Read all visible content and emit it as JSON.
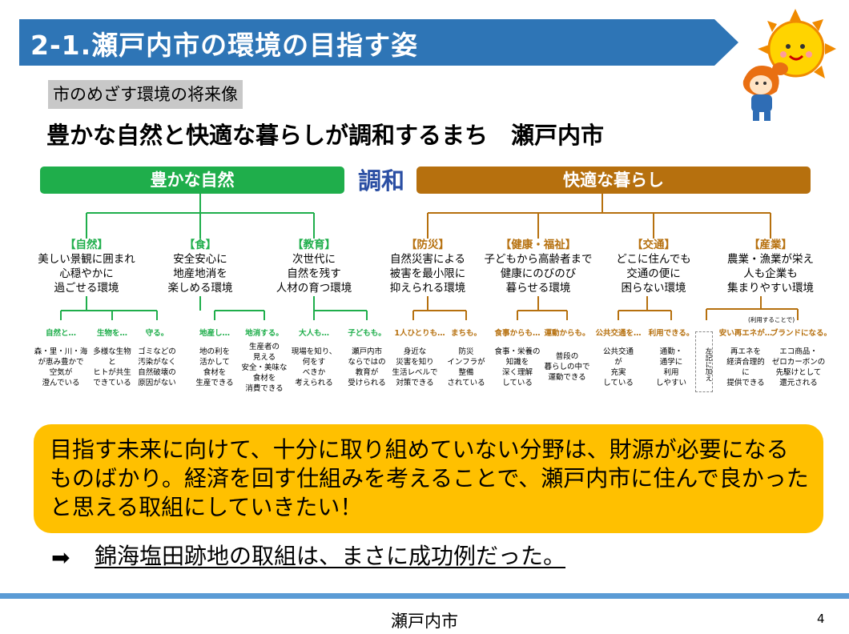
{
  "title": "2-1.瀬戸内市の環境の目指す姿",
  "subtitle": "市のめざす環境の将来像",
  "vision": "豊かな自然と快適な暮らしが調和するまち　瀬戸内市",
  "bars": {
    "nature": "豊かな自然",
    "harmony": "調和",
    "comfort": "快適な暮らし"
  },
  "categories": [
    {
      "heading": "【自然】",
      "lines": [
        "美しい景観に囲まれ",
        "心穏やかに",
        "過ごせる環境"
      ]
    },
    {
      "heading": "【食】",
      "lines": [
        "安全安心に",
        "地産地消を",
        "楽しめる環境"
      ]
    },
    {
      "heading": "【教育】",
      "lines": [
        "次世代に",
        "自然を残す",
        "人材の育つ環境"
      ]
    },
    {
      "heading": "【防災】",
      "lines": [
        "自然災害による",
        "被害を最小限に",
        "抑えられる環境"
      ]
    },
    {
      "heading": "【健康・福祉】",
      "lines": [
        "子どもから高齢者まで",
        "健康にのびのび",
        "暮らせる環境"
      ]
    },
    {
      "heading": "【交通】",
      "lines": [
        "どこに住んでも",
        "交通の便に",
        "困らない環境"
      ]
    },
    {
      "heading": "【産業】",
      "lines": [
        "農業・漁業が栄え",
        "人も企業も",
        "集まりやすい環境"
      ]
    }
  ],
  "items": [
    {
      "label": "自然と…",
      "desc": [
        "森・里・川・海",
        "が恵み豊かで",
        "空気が",
        "澄んでいる"
      ]
    },
    {
      "label": "生物を…",
      "desc": [
        "多様な生物",
        "と",
        "ヒトが共生",
        "できている"
      ]
    },
    {
      "label": "守る。",
      "desc": [
        "ゴミなどの",
        "汚染がなく",
        "自然破壊の",
        "原因がない"
      ]
    },
    {
      "label": "地産し…",
      "desc": [
        "地の利を",
        "活かして",
        "食材を",
        "生産できる"
      ]
    },
    {
      "label": "地消する。",
      "desc": [
        "生産者の",
        "見える",
        "安全・美味な",
        "食材を",
        "消費できる"
      ]
    },
    {
      "label": "大人も…",
      "desc": [
        "現場を知り、",
        "何をす",
        "べきか",
        "考えられる"
      ]
    },
    {
      "label": "子どもも。",
      "desc": [
        "瀬戸内市",
        "ならではの",
        "教育が",
        "受けられる"
      ]
    },
    {
      "label": "1人ひとりも…",
      "desc": [
        "身近な",
        "災害を知り",
        "生活レベルで",
        "対策できる"
      ]
    },
    {
      "label": "まちも。",
      "desc": [
        "防災",
        "インフラが",
        "整備",
        "されている"
      ]
    },
    {
      "label": "食事からも…",
      "desc": [
        "食事・栄養の",
        "知識を",
        "深く理解",
        "している"
      ]
    },
    {
      "label": "運動からも。",
      "desc": [
        "普段の",
        "暮らしの中で",
        "運動できる"
      ]
    },
    {
      "label": "公共交通を…",
      "desc": [
        "公共交通",
        "が",
        "充実",
        "している"
      ]
    },
    {
      "label": "利用できる。",
      "desc": [
        "通勤・",
        "通学に",
        "利用",
        "しやすい"
      ]
    },
    {
      "label": "安い再エネが…",
      "desc": [
        "再エネを",
        "経済合理的",
        "に",
        "提供できる"
      ]
    },
    {
      "label": "ブランドになる。",
      "desc": [
        "エコ商品・",
        "ゼロカーボンの",
        "先駆けとして",
        "還元される"
      ]
    }
  ],
  "note_vertical": "左記に加え",
  "note_small": "(利用することで)",
  "message": "目指す未来に向けて、十分に取り組めていない分野は、財源が必要になるものばかり。経済を回す仕組みを考えることで、瀬戸内市に住んで良かったと思える取組にしていきたい！",
  "arrow_icon": "right-arrow-icon",
  "conclusion": "錦海塩田跡地の取組は、まさに成功例だった。",
  "footer": "瀬戸内市",
  "page_number": "4",
  "colors": {
    "banner": "#2e75b6",
    "nature": "#1fae4b",
    "comfort": "#b6700e",
    "harmony": "#2a4ea3",
    "message_bg": "#ffc000",
    "footer_line": "#5b9bd5"
  }
}
